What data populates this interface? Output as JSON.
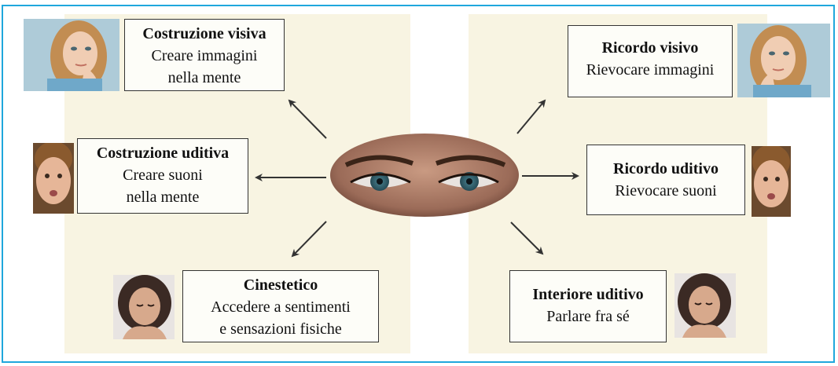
{
  "visual_construction": {
    "title": "Costruzione visiva",
    "line1": "Creare immagini",
    "line2": "nella mente"
  },
  "auditory_construction": {
    "title": "Costruzione uditiva",
    "line1": "Creare suoni",
    "line2": "nella mente"
  },
  "kinesthetic": {
    "title": "Cinestetico",
    "line1": "Accedere a sentimenti",
    "line2": "e sensazioni fisiche"
  },
  "visual_recall": {
    "title": "Ricordo visivo",
    "line1": "Rievocare immagini"
  },
  "auditory_recall": {
    "title": "Ricordo uditivo",
    "line1": "Rievocare suoni"
  },
  "inner_dialogue": {
    "title": "Interiore uditivo",
    "line1": "Parlare fra sé"
  },
  "colors": {
    "frame": "#1fa7dc",
    "paper": "#f8f4e2",
    "arrow": "#333333"
  },
  "icons": [
    "woman-looking-up-left-photo",
    "boy-looking-left-photo",
    "girl-looking-down-photo",
    "woman-looking-up-right-photo",
    "boy-looking-right-photo",
    "girl-looking-down-right-photo",
    "eyes-photo"
  ]
}
